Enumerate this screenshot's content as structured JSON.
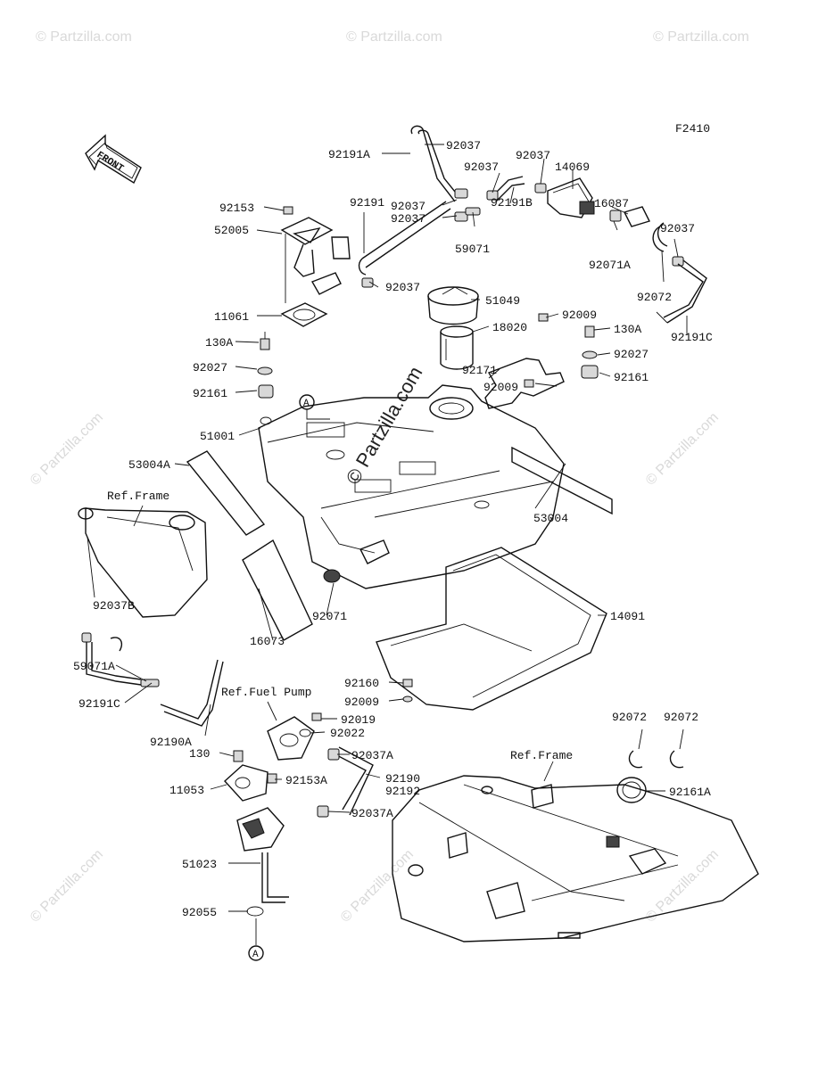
{
  "diagram_code": "F2410",
  "front_label": "FRONT",
  "watermark": "© Partzilla.com",
  "callout_circle": "A",
  "references": {
    "frame": "Ref.Frame",
    "fuel_pump": "Ref.Fuel Pump"
  },
  "part_labels": {
    "p92191A": "92191A",
    "p92037_top": "92037",
    "p92037_b": "92037",
    "p92037_c": "92037",
    "p14069": "14069",
    "p92153": "92153",
    "p92037_d": "92037",
    "p92037_e": "92037",
    "p16087": "16087",
    "p92037_f": "92037",
    "p52005": "52005",
    "p92191": "92191",
    "p59071": "59071",
    "p92191B": "92191B",
    "p92071A": "92071A",
    "p92037_g": "92037",
    "p51049": "51049",
    "p92072_top": "92072",
    "p11061": "11061",
    "p92009_top": "92009",
    "p18020": "18020",
    "p130A_left": "130A",
    "p130A_right": "130A",
    "p92191C_right": "92191C",
    "p92027_left": "92027",
    "p92027_right": "92027",
    "p92171": "92171",
    "p92161_left": "92161",
    "p92009_mid": "92009",
    "p92161_right": "92161",
    "p51001": "51001",
    "p53004A": "53004A",
    "p53004": "53004",
    "p92037B": "92037B",
    "p92071": "92071",
    "p16073": "16073",
    "p14091": "14091",
    "p59071A": "59071A",
    "p92160": "92160",
    "p92009_low": "92009",
    "p92191C_left": "92191C",
    "p92019": "92019",
    "p92022": "92022",
    "p92190A": "92190A",
    "p92072_a": "92072",
    "p92072_b": "92072",
    "p130": "130",
    "p92037A_top": "92037A",
    "p92190": "92190",
    "p92192": "92192",
    "p11053": "11053",
    "p92153A": "92153A",
    "p92161A": "92161A",
    "p92037A_low": "92037A",
    "p51023": "51023",
    "p92055": "92055"
  }
}
